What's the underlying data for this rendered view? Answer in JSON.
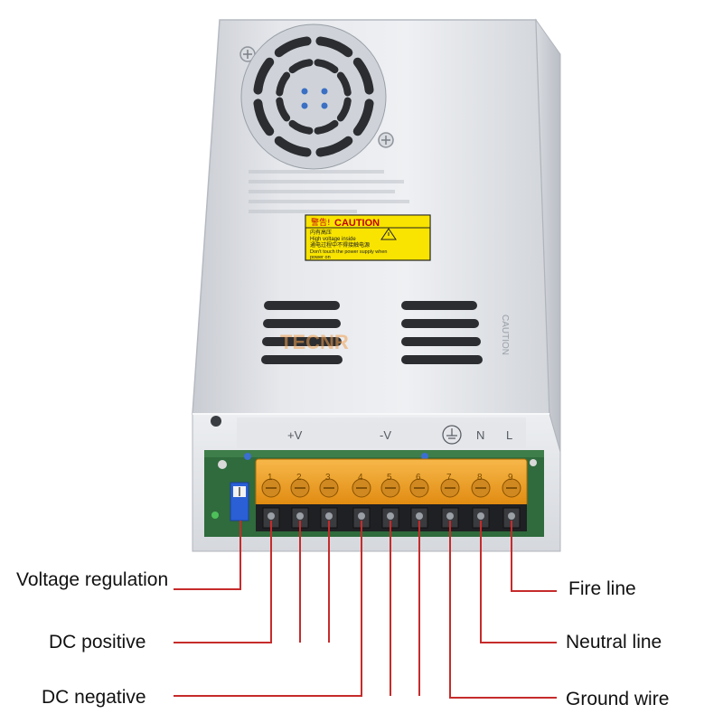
{
  "product": {
    "caution_label": {
      "title_cn": "警告!",
      "title_en": "CAUTION",
      "line1_cn": "内有高压",
      "line2_en": "High voltage inside",
      "line3_cn": "通电过程中不得接触电源",
      "line4_en": "Don't touch the power supply when",
      "line5_en": "power on"
    },
    "watermark": "TECNR",
    "side_stamp": "CAUTION",
    "terminal_numbers": [
      "1",
      "2",
      "3",
      "4",
      "5",
      "6",
      "7",
      "8",
      "9"
    ],
    "terminal_markings": [
      "+V",
      "-V",
      "N",
      "L"
    ]
  },
  "callouts": {
    "voltage_regulation": "Voltage regulation",
    "dc_positive": "DC positive",
    "dc_negative": "DC negative",
    "fire_line": "Fire line",
    "neutral_line": "Neutral line",
    "ground_wire": "Ground wire"
  },
  "colors": {
    "leader_line": "#c62b2b",
    "terminal_cover": "#f0a020",
    "caution_yellow": "#f8e400",
    "case_silver": "#e4e7ec"
  }
}
